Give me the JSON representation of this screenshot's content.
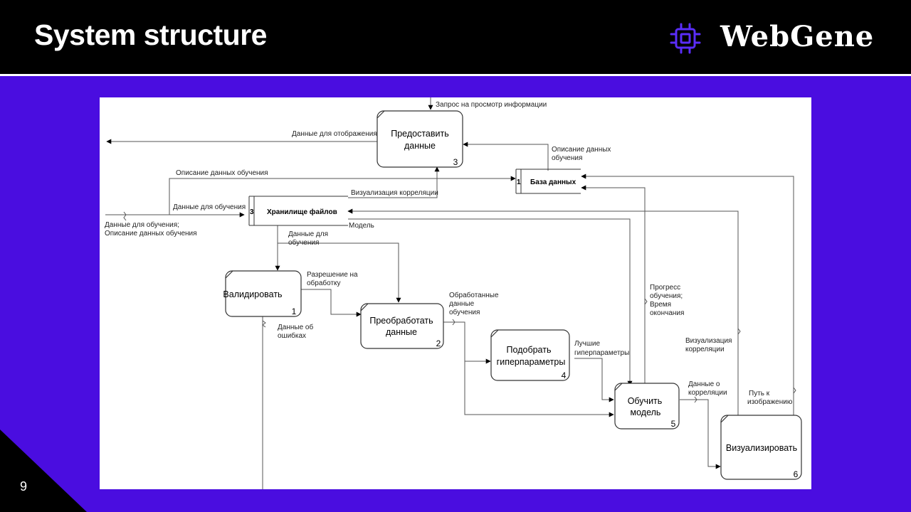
{
  "header": {
    "title": "System structure",
    "brand": "WebGene",
    "brand_icon": "chip-icon",
    "background": "#000000",
    "accent": "#4a0de0"
  },
  "page_number": "9",
  "diagram": {
    "processes": [
      {
        "id": "p3",
        "label_line1": "Предоставить",
        "label_line2": "данные",
        "number": "3"
      },
      {
        "id": "p1",
        "label_line1": "Валидировать",
        "label_line2": "",
        "number": "1"
      },
      {
        "id": "p2",
        "label_line1": "Преобработать",
        "label_line2": "данные",
        "number": "2"
      },
      {
        "id": "p4",
        "label_line1": "Подобрать",
        "label_line2": "гиперпараметры",
        "number": "4"
      },
      {
        "id": "p5",
        "label_line1": "Обучить",
        "label_line2": "модель",
        "number": "5"
      },
      {
        "id": "p6",
        "label_line1": "Визуализировать",
        "label_line2": "",
        "number": "6"
      }
    ],
    "stores": [
      {
        "id": "db",
        "number": "1",
        "label": "База данных"
      },
      {
        "id": "fs",
        "number": "3",
        "label": "Хранилище файлов"
      }
    ],
    "flows": {
      "request_view": "Запрос на просмотр информации",
      "display_data": "Данные для отображения",
      "train_desc_1": "Описание данных",
      "train_desc_2": "обучения",
      "train_desc_top": "Описание данных обучения",
      "correlation_vis": "Визуализация корреляции",
      "train_data": "Данные для обучения",
      "input_1": "Данные для обучения;",
      "input_2": "Описание данных обучения",
      "model": "Модель",
      "fs_train_1": "Данные для",
      "fs_train_2": "обучения",
      "permit_1": "Разрешение на",
      "permit_2": "обработку",
      "errors_1": "Данные об",
      "errors_2": "ошибках",
      "processed_1": "Обработанные",
      "processed_2": "данные",
      "processed_3": "обучения",
      "best_1": "Лучшие",
      "best_2": "гиперпараметры",
      "progress_1": "Прогресс",
      "progress_2": "обучения;",
      "progress_3": "Время",
      "progress_4": "окончания",
      "vis_corr_1": "Визуализация",
      "vis_corr_2": "корреляции",
      "corr_data_1": "Данные о",
      "corr_data_2": "корреляции",
      "img_path_1": "Путь к",
      "img_path_2": "изображению"
    }
  }
}
